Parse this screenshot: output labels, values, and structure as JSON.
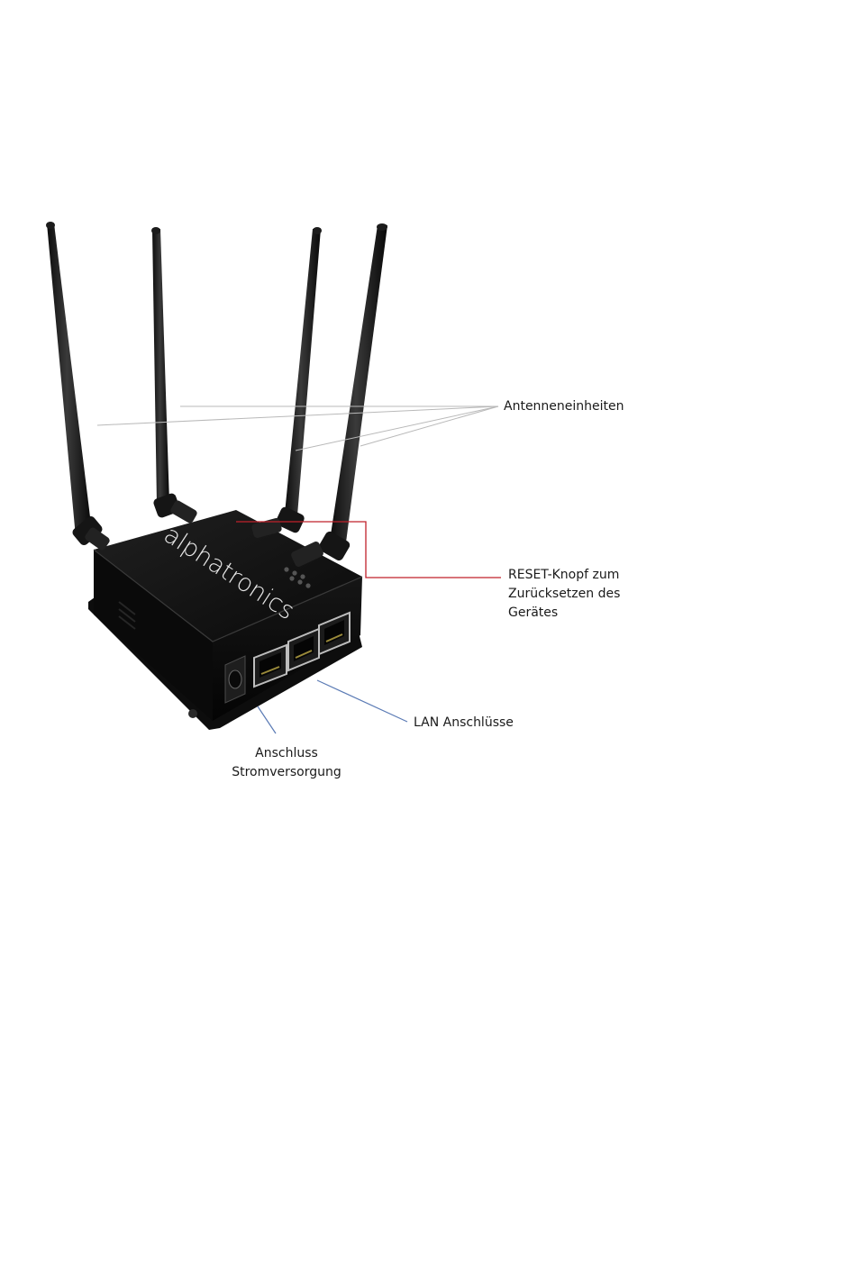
{
  "device": {
    "brand": "alphatronics"
  },
  "callouts": {
    "antenna": {
      "label": "Antenneneinheiten",
      "line_color": "#b9b9b9"
    },
    "reset": {
      "lines": [
        "RESET-Knopf zum",
        "Zurücksetzen des",
        "Gerätes"
      ],
      "line_color": "#c0212b"
    },
    "lan": {
      "label": "LAN Anschlüsse",
      "line_color": "#5b7bb5"
    },
    "power": {
      "lines": [
        "Anschluss",
        "Stromversorgung"
      ],
      "line_color": "#5b7bb5"
    }
  }
}
